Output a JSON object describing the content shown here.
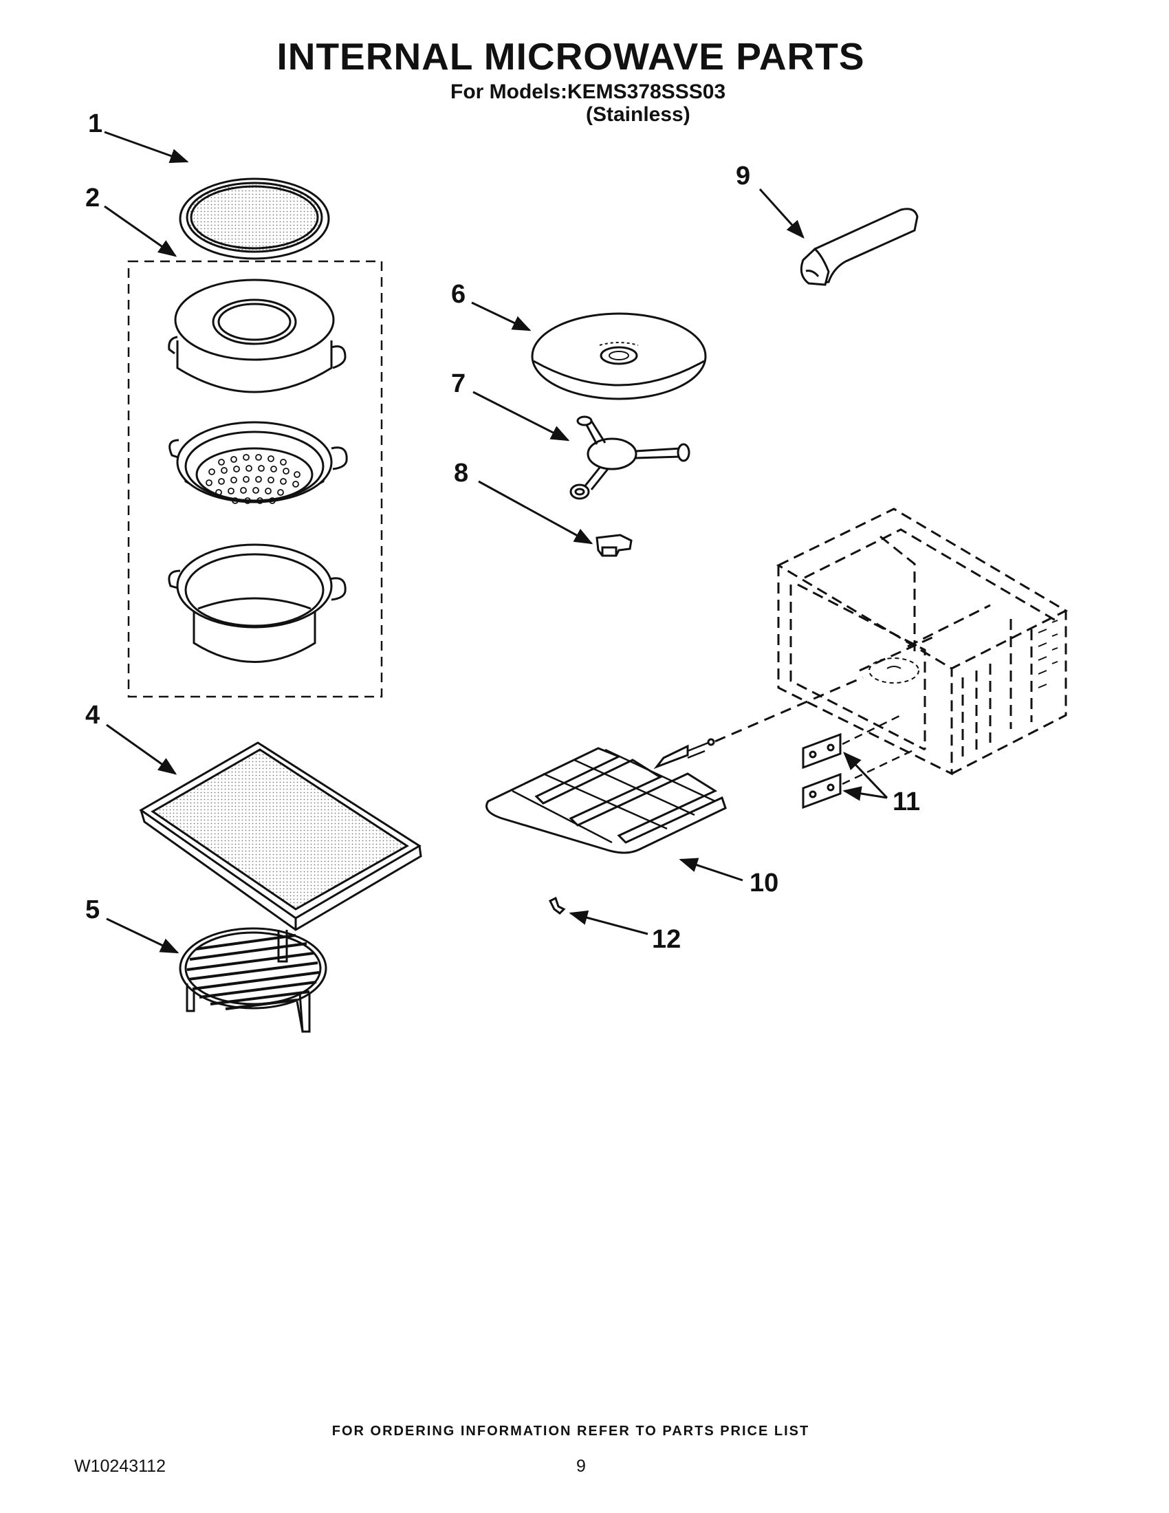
{
  "header": {
    "title": "INTERNAL MICROWAVE  PARTS",
    "models_line": "For Models:KEMS378SSS03",
    "finish_line": "(Stainless)"
  },
  "callouts": [
    "1",
    "2",
    "4",
    "5",
    "6",
    "7",
    "8",
    "9",
    "10",
    "11",
    "12"
  ],
  "parts": [
    {
      "callout": "1",
      "icon": "steamer-lid-icon"
    },
    {
      "callout": "2",
      "icon": "steamer-set-icon"
    },
    {
      "callout": "4",
      "icon": "crisper-tray-icon"
    },
    {
      "callout": "5",
      "icon": "grill-rack-icon"
    },
    {
      "callout": "6",
      "icon": "turntable-tray-icon"
    },
    {
      "callout": "7",
      "icon": "turntable-support-icon"
    },
    {
      "callout": "8",
      "icon": "coupler-icon"
    },
    {
      "callout": "9",
      "icon": "handle-icon"
    },
    {
      "callout": "10",
      "icon": "heating-element-icon"
    },
    {
      "callout": "11",
      "icon": "insulator-icon"
    },
    {
      "callout": "12",
      "icon": "bracket-icon"
    }
  ],
  "footer": {
    "ordering_note": "FOR ORDERING INFORMATION REFER TO PARTS PRICE LIST",
    "document_number": "W10243112",
    "page_number": "9"
  }
}
